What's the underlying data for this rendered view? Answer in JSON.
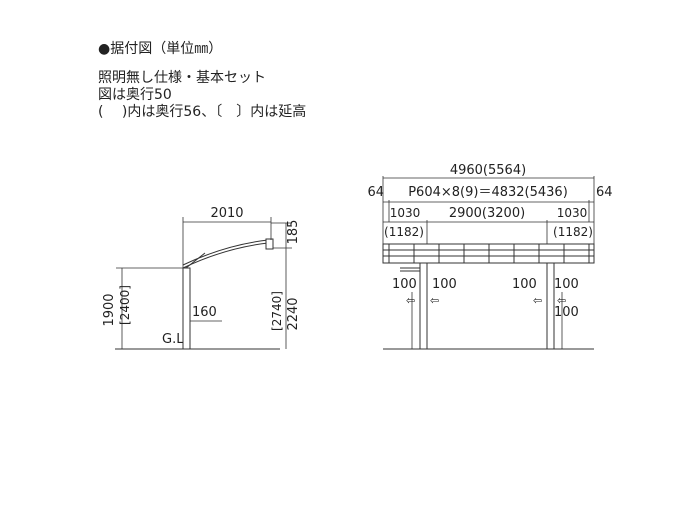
{
  "heading": "●据付図（単位㎜）",
  "notes": [
    "照明無し仕様・基本セット",
    "図は奥行50",
    "(　 )内は奥行56、〔　〕内は延高"
  ],
  "side_view": {
    "depth": "2010",
    "roof_rise": "185",
    "post_height": "1900",
    "post_height_extended": "[2400]",
    "total_height": "2240",
    "total_height_extended": "[2740]",
    "post_offset": "160",
    "ground_label": "G.L"
  },
  "front_view": {
    "total_width": "4960(5564)",
    "edge_left": "64",
    "edge_right": "64",
    "pitch": "P604×8(9)＝4832(5436)",
    "overhang_left": "1030",
    "overhang_left_alt": "(1182)",
    "post_span": "2900(3200)",
    "overhang_right": "1030",
    "overhang_right_alt": "(1182)",
    "left_clear_outer": "100",
    "left_clear_inner": "100",
    "right_clear_inner": "100",
    "right_clear_outer": "100",
    "right_clear_lower": "100",
    "arrow_symbol": "⇦"
  }
}
